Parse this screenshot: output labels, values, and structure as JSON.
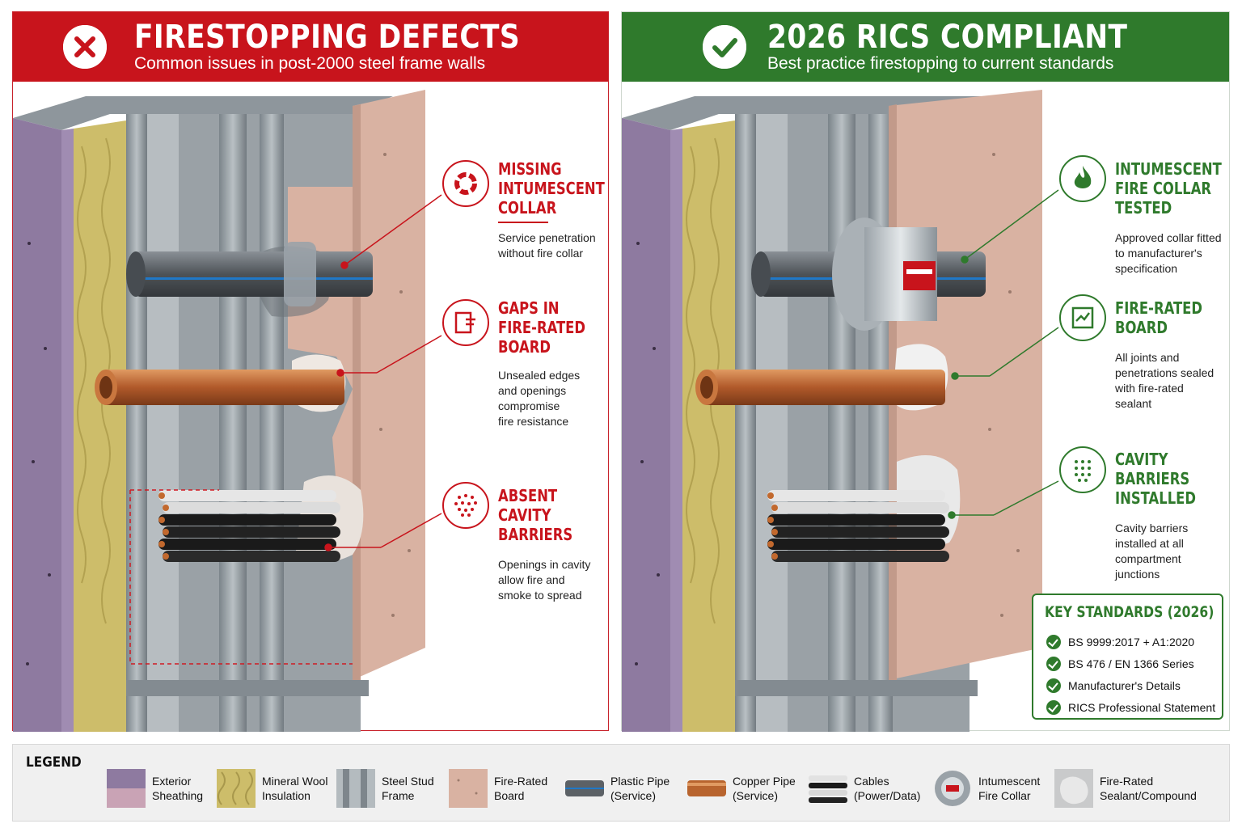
{
  "left_panel": {
    "title": "FIRESTOPPING DEFECTS",
    "subtitle": "Common issues in post-2000 steel frame walls",
    "accent": "#c8141c",
    "badge_icon": "x-circle-icon",
    "callouts": [
      {
        "icon": "missing-collar-icon",
        "title_lines": [
          "MISSING",
          "INTUMESCENT",
          "COLLAR"
        ],
        "desc_lines": [
          "Service penetration",
          "without fire collar"
        ]
      },
      {
        "icon": "board-gap-icon",
        "title_lines": [
          "GAPS IN",
          "FIRE-RATED",
          "BOARD"
        ],
        "desc_lines": [
          "Unsealed edges",
          "and openings",
          "compromise",
          "fire resistance"
        ]
      },
      {
        "icon": "cavity-dots-icon",
        "title_lines": [
          "ABSENT",
          "CAVITY",
          "BARRIERS"
        ],
        "desc_lines": [
          "Openings in cavity",
          "allow fire and",
          "smoke to spread"
        ]
      }
    ]
  },
  "right_panel": {
    "title": "2026 RICS COMPLIANT",
    "subtitle": "Best practice firestopping to current standards",
    "accent": "#2f7a2c",
    "badge_icon": "check-circle-icon",
    "callouts": [
      {
        "icon": "flame-icon",
        "title_lines": [
          "INTUMESCENT",
          "FIRE COLLAR",
          "TESTED"
        ],
        "desc_lines": [
          "Approved collar fitted",
          "to manufacturer's",
          "specification"
        ]
      },
      {
        "icon": "sealed-board-icon",
        "title_lines": [
          "FIRE-RATED",
          "BOARD"
        ],
        "desc_lines": [
          "All joints and",
          "penetrations sealed",
          "with fire-rated",
          "sealant"
        ]
      },
      {
        "icon": "cavity-barrier-icon",
        "title_lines": [
          "CAVITY",
          "BARRIERS",
          "INSTALLED"
        ],
        "desc_lines": [
          "Cavity barriers",
          "installed at all",
          "compartment",
          "junctions"
        ]
      }
    ],
    "standards": {
      "title": "KEY STANDARDS (2026)",
      "items": [
        "BS 9999:2017 + A1:2020",
        "BS 476 / EN 1366 Series",
        "Manufacturer's Details",
        "RICS Professional Statement"
      ]
    }
  },
  "legend": {
    "title": "LEGEND",
    "items": [
      {
        "label_lines": [
          "Exterior",
          "Sheathing"
        ],
        "icon": "exterior-sheathing-swatch"
      },
      {
        "label_lines": [
          "Mineral Wool",
          "Insulation"
        ],
        "icon": "mineral-wool-swatch"
      },
      {
        "label_lines": [
          "Steel Stud",
          "Frame"
        ],
        "icon": "steel-stud-swatch"
      },
      {
        "label_lines": [
          "Fire-Rated",
          "Board"
        ],
        "icon": "fire-rated-board-swatch"
      },
      {
        "label_lines": [
          "Plastic Pipe",
          "(Service)"
        ],
        "icon": "plastic-pipe-swatch"
      },
      {
        "label_lines": [
          "Copper Pipe",
          "(Service)"
        ],
        "icon": "copper-pipe-swatch"
      },
      {
        "label_lines": [
          "Cables",
          "(Power/Data)"
        ],
        "icon": "cables-swatch"
      },
      {
        "label_lines": [
          "Intumescent",
          "Fire Collar"
        ],
        "icon": "fire-collar-swatch"
      },
      {
        "label_lines": [
          "Fire-Rated",
          "Sealant/Compound"
        ],
        "icon": "sealant-swatch"
      }
    ]
  },
  "colors": {
    "sheathing": "#8e7aa0",
    "mineral_wool": "#cdbd6a",
    "steel": "#8f979d",
    "board": "#d9b2a2",
    "copper": "#b8642e",
    "plastic_pipe": "#5c6166",
    "pipe_stripe": "#1f78c8"
  }
}
